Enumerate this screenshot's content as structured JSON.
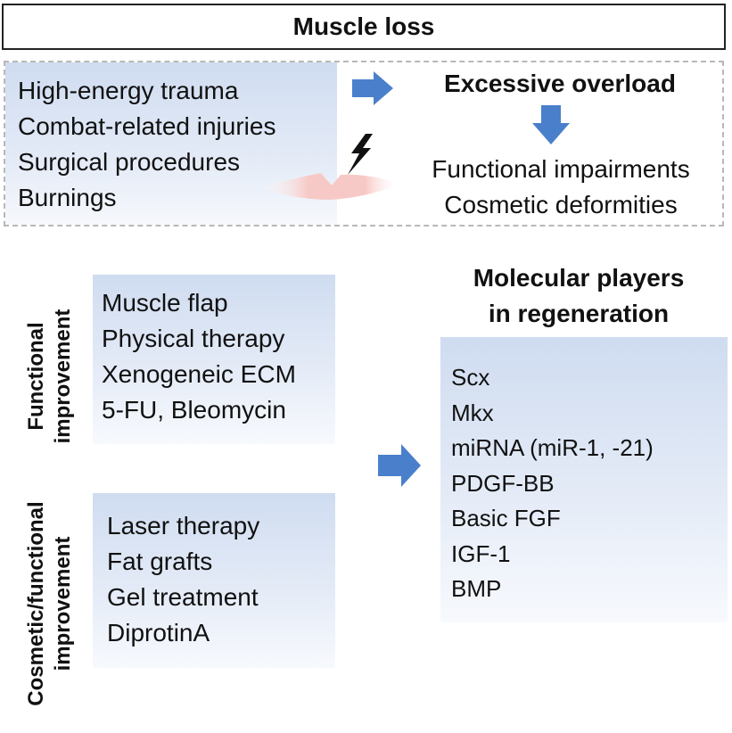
{
  "title": "Muscle loss",
  "causes": {
    "items": [
      "High-energy trauma",
      "Combat-related injuries",
      "Surgical procedures",
      "Burnings"
    ]
  },
  "overload": {
    "title": "Excessive overload",
    "outcomes": [
      "Functional impairments",
      "Cosmetic deformities"
    ]
  },
  "functional_improvement": {
    "label_lines": [
      "Functional",
      "improvement"
    ],
    "items": [
      "Muscle flap",
      "Physical therapy",
      "Xenogeneic ECM",
      "5-FU, Bleomycin"
    ]
  },
  "cosmetic_improvement": {
    "label_lines": [
      "Cosmetic/functional",
      "improvement"
    ],
    "items": [
      "Laser therapy",
      "Fat grafts",
      "Gel treatment",
      "DiprotinA"
    ]
  },
  "molecular_players": {
    "title_lines": [
      "Molecular players",
      "in regeneration"
    ],
    "items": [
      "Scx",
      "Mkx",
      "miRNA (miR-1, -21)",
      "PDGF-BB",
      "Basic FGF",
      "IGF-1",
      "BMP"
    ]
  },
  "colors": {
    "arrow": "#4a7fcb",
    "panel_fill": "#dbe5f4",
    "wound": "#f7c9c6",
    "dashed_border": "#b8b8b8"
  },
  "icons": [
    "arrow-right-icon",
    "arrow-down-icon",
    "lightning-bolt-icon",
    "wound-icon"
  ]
}
